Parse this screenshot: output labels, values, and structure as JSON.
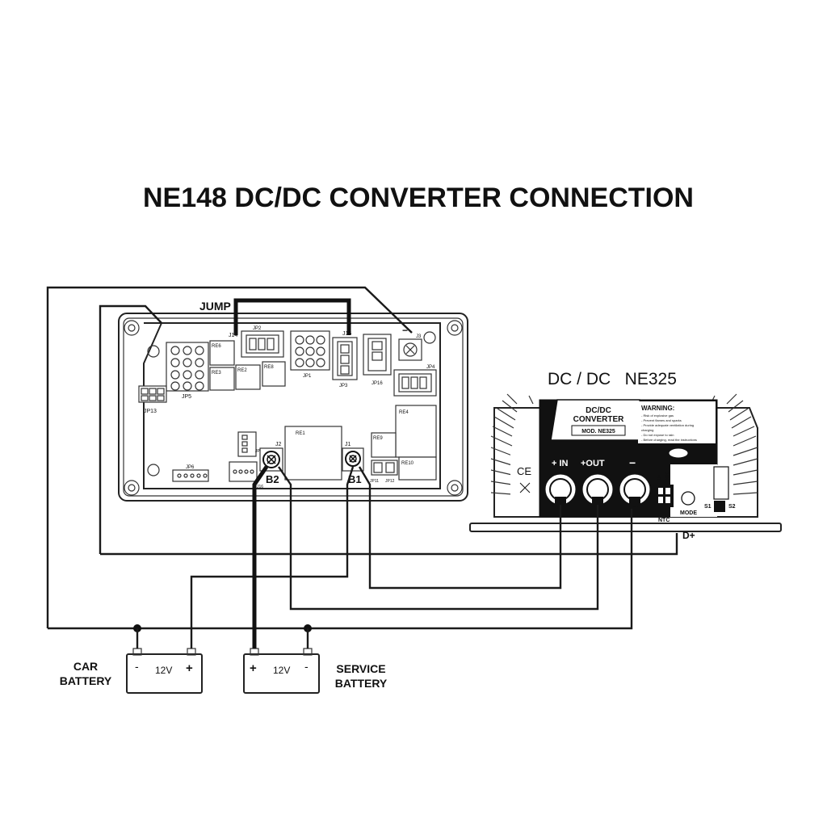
{
  "title": "NE148 DC/DC CONVERTER CONNECTION",
  "jump_label": "JUMP",
  "board": {
    "labels": {
      "j14": "J14",
      "j15": "J15",
      "jp2": "JP2",
      "jp1": "JP1",
      "jp3": "JP3",
      "jp16": "JP16",
      "jp4": "JP4",
      "jp5": "JP5",
      "jp13": "JP13",
      "jp6": "JP6",
      "re6": "RE6",
      "re3": "RE3",
      "re2": "RE2",
      "re8": "RE8",
      "re1": "RE1",
      "re4": "RE4",
      "re9": "RE9",
      "re10": "RE10",
      "j2": "J2",
      "j1": "J1",
      "j3": "J3",
      "jp11": "JP11",
      "jp12": "JP12",
      "jp15": "JP15",
      "j16": "J16"
    },
    "terminal_b2": "B2",
    "terminal_b1": "B1",
    "minus_sign": "−"
  },
  "converter": {
    "heading": "DC / DC   NE325",
    "panel_title_1": "DC/DC",
    "panel_title_2": "CONVERTER",
    "model": "MOD. NE325",
    "warning_title": "WARNING:",
    "warning_lines": [
      "- Risk of explosive gas",
      "- Prevent flames and sparks",
      "- Provide adequate ventilation during",
      "  charging",
      "- Do not expose to rain",
      "- Before charging, read the instructions"
    ],
    "ce_mark": "CE",
    "terminal_in": "+ IN",
    "terminal_out": "+OUT",
    "terminal_minus": "−",
    "ntc": "NTC",
    "mode": "MODE",
    "s1": "S1",
    "s2": "S2",
    "dplus": "D+",
    "side_labels": [
      "D+",
      "NTC"
    ]
  },
  "car_battery": {
    "label_1": "CAR",
    "label_2": "BATTERY",
    "voltage": "12V",
    "minus": "-",
    "plus": "+"
  },
  "service_battery": {
    "label_1": "SERVICE",
    "label_2": "BATTERY",
    "voltage": "12V",
    "minus": "-",
    "plus": "+"
  }
}
